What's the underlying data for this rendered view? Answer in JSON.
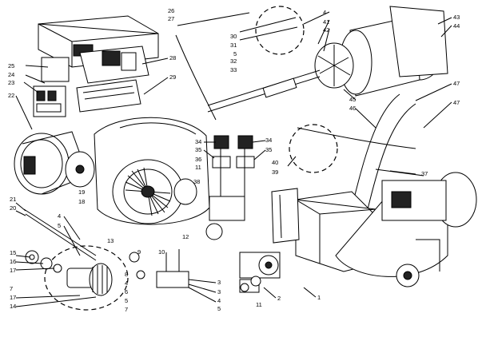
{
  "callouts": [
    {
      "id": "c26",
      "text": "26"
    },
    {
      "id": "c27",
      "text": "27"
    },
    {
      "id": "c30",
      "text": "30"
    },
    {
      "id": "c31",
      "text": "31"
    },
    {
      "id": "c5a",
      "text": "5"
    },
    {
      "id": "c32",
      "text": "32"
    },
    {
      "id": "c33",
      "text": "33"
    },
    {
      "id": "c4a",
      "text": "4"
    },
    {
      "id": "c41",
      "text": "41"
    },
    {
      "id": "c42",
      "text": "42"
    },
    {
      "id": "c43",
      "text": "43"
    },
    {
      "id": "c44",
      "text": "44"
    },
    {
      "id": "c25",
      "text": "25"
    },
    {
      "id": "c24",
      "text": "24"
    },
    {
      "id": "c23",
      "text": "23"
    },
    {
      "id": "c22",
      "text": "22"
    },
    {
      "id": "c28",
      "text": "28"
    },
    {
      "id": "c29",
      "text": "29"
    },
    {
      "id": "c47a",
      "text": "47"
    },
    {
      "id": "c47b",
      "text": "47"
    },
    {
      "id": "c45",
      "text": "45"
    },
    {
      "id": "c46",
      "text": "46"
    },
    {
      "id": "c34a",
      "text": "34"
    },
    {
      "id": "c35a",
      "text": "35"
    },
    {
      "id": "c36",
      "text": "36"
    },
    {
      "id": "c11a",
      "text": "11"
    },
    {
      "id": "c38",
      "text": "38"
    },
    {
      "id": "c34b",
      "text": "34"
    },
    {
      "id": "c35b",
      "text": "35"
    },
    {
      "id": "c40",
      "text": "40"
    },
    {
      "id": "c39",
      "text": "39"
    },
    {
      "id": "c37",
      "text": "37"
    },
    {
      "id": "c19",
      "text": "19"
    },
    {
      "id": "c18",
      "text": "18"
    },
    {
      "id": "c21",
      "text": "21"
    },
    {
      "id": "c20",
      "text": "20"
    },
    {
      "id": "c4b",
      "text": "4"
    },
    {
      "id": "c5b",
      "text": "5"
    },
    {
      "id": "c12",
      "text": "12"
    },
    {
      "id": "c15",
      "text": "15"
    },
    {
      "id": "c16",
      "text": "16"
    },
    {
      "id": "c17",
      "text": "17"
    },
    {
      "id": "c7a",
      "text": "7"
    },
    {
      "id": "c17b",
      "text": "17"
    },
    {
      "id": "c14",
      "text": "14"
    },
    {
      "id": "c13",
      "text": "13"
    },
    {
      "id": "c9",
      "text": "9"
    },
    {
      "id": "c10",
      "text": "10"
    },
    {
      "id": "c3a",
      "text": "3"
    },
    {
      "id": "c8",
      "text": "8"
    },
    {
      "id": "c4c",
      "text": "4"
    },
    {
      "id": "c6",
      "text": "6"
    },
    {
      "id": "c5c",
      "text": "5"
    },
    {
      "id": "c7b",
      "text": "7"
    },
    {
      "id": "c3b",
      "text": "3"
    },
    {
      "id": "c4d",
      "text": "4"
    },
    {
      "id": "c5d",
      "text": "5"
    },
    {
      "id": "c11b",
      "text": "11"
    },
    {
      "id": "c2",
      "text": "2"
    },
    {
      "id": "c1",
      "text": "1"
    }
  ]
}
